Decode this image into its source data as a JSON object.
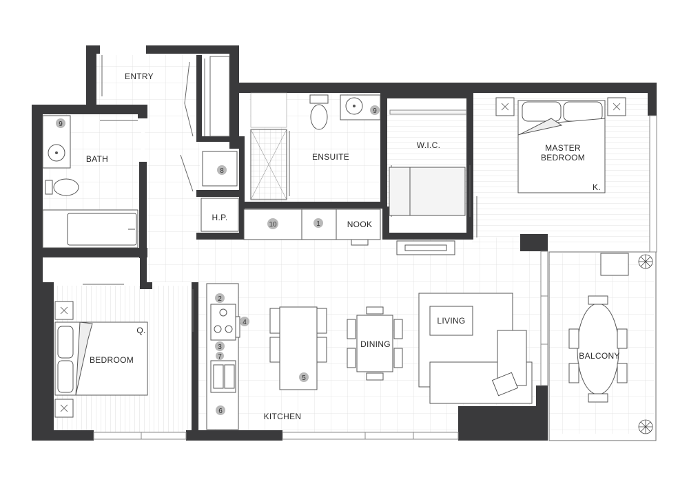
{
  "rooms": {
    "entry": "ENTRY",
    "bath": "BATH",
    "ensuite": "ENSUITE",
    "wic": "W.I.C.",
    "master_bedroom_line1": "MASTER",
    "master_bedroom_line2": "BEDROOM",
    "hp": "H.P.",
    "nook": "NOOK",
    "bedroom": "BEDROOM",
    "kitchen": "KITCHEN",
    "dining": "DINING",
    "living": "LIVING",
    "balcony": "BALCONY"
  },
  "bed_sizes": {
    "master": "K.",
    "bedroom": "Q."
  },
  "callouts": {
    "n1": "1",
    "n2": "2",
    "n3": "3",
    "n4": "4",
    "n5": "5",
    "n6": "6",
    "n7": "7",
    "n8": "8",
    "n9_bath": "9",
    "n9_ensuite": "9",
    "n10": "10"
  },
  "colors": {
    "wall": "#3a3a3c",
    "background": "#ffffff",
    "callout_badge": "#b9b9b9"
  }
}
